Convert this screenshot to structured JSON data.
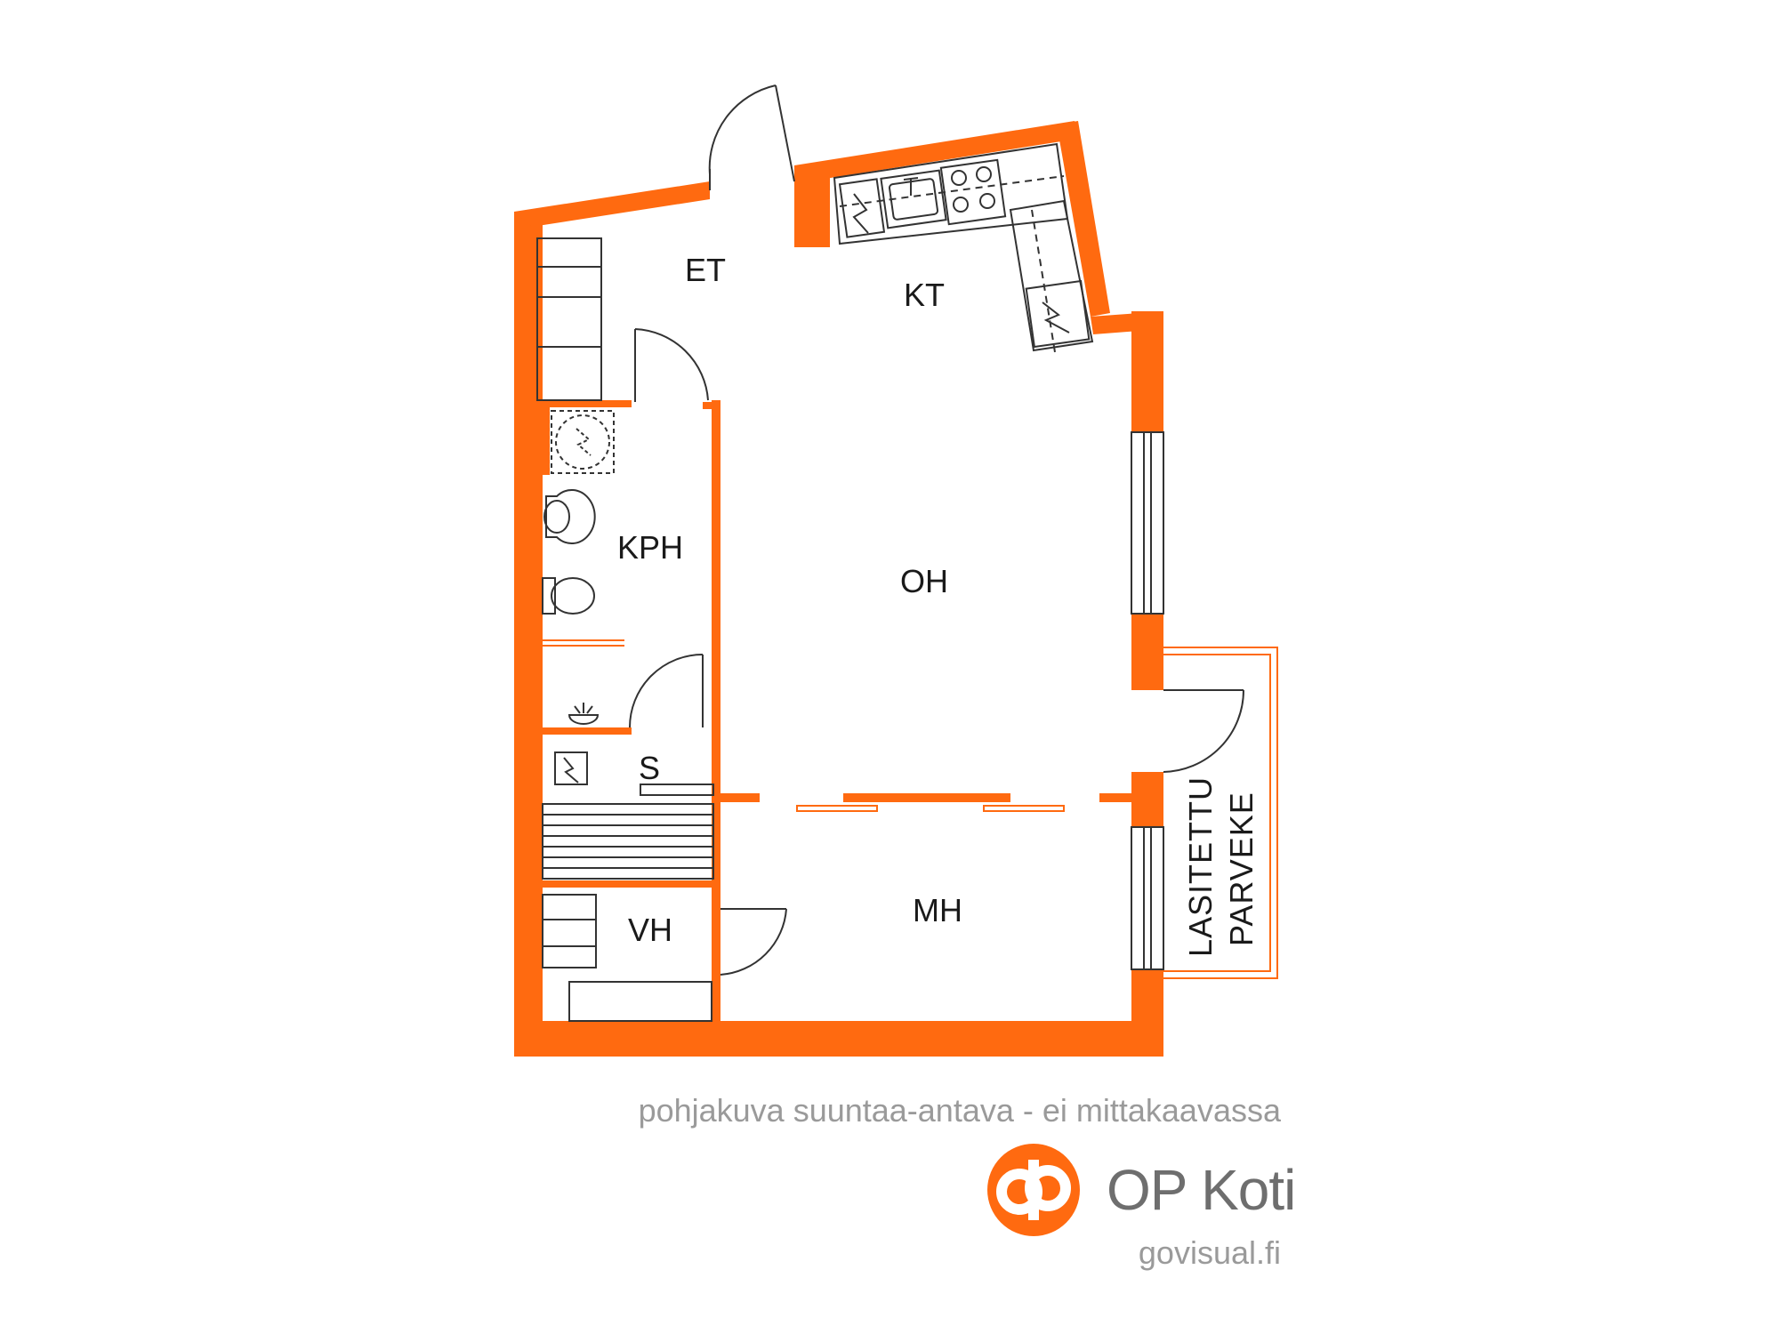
{
  "rooms": {
    "entrance": "ET",
    "kitchen": "KT",
    "bathroom": "KPH",
    "living_room": "OH",
    "sauna": "S",
    "bedroom": "MH",
    "closet": "VH"
  },
  "balcony": {
    "line1": "LASITETTU",
    "line2": "PARVEKE"
  },
  "caption": "pohjakuva suuntaa-antava - ei mittakaavassa",
  "brand": {
    "name": "OP Koti",
    "logo_color": "#ff6a10"
  },
  "website": "govisual.fi",
  "colors": {
    "wall": "#ff6a10",
    "fixture_line": "#333333",
    "text": "#1a1a1a",
    "caption": "#9a9a9a"
  }
}
